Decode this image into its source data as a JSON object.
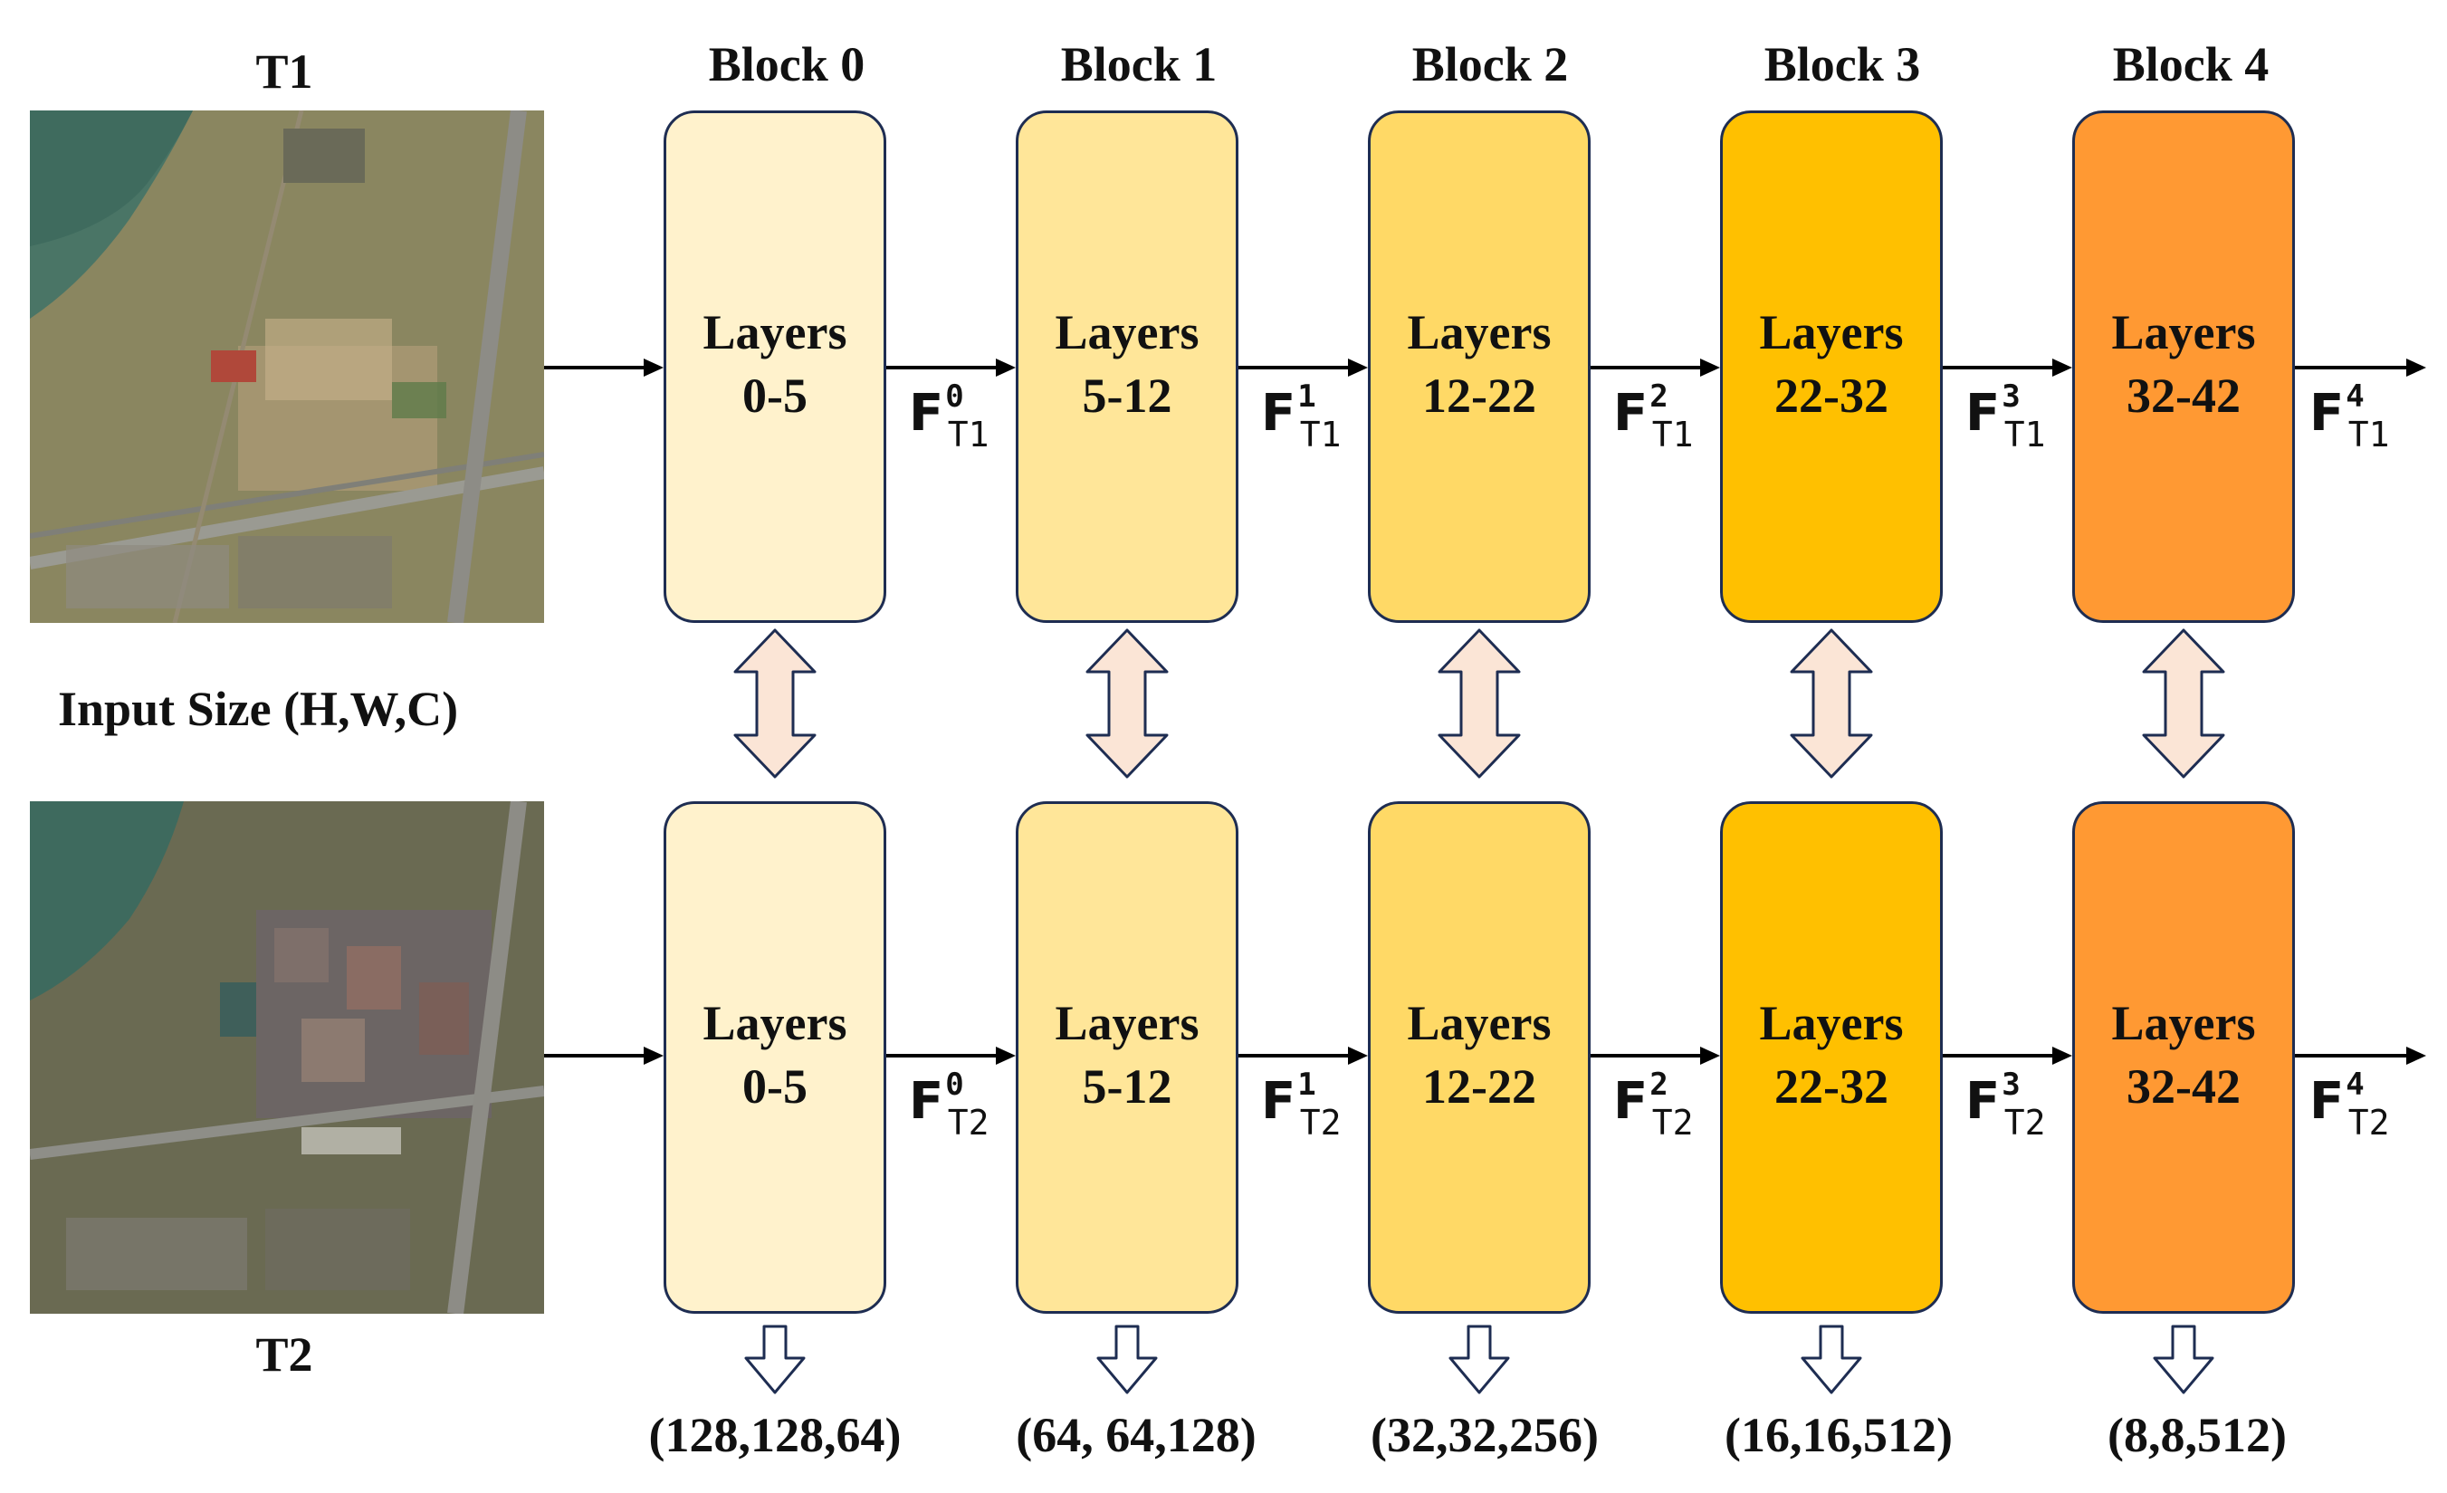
{
  "images": {
    "t1_label": "T1",
    "t2_label": "T2",
    "input_size_label": "Input Size (H,W,C)"
  },
  "blocks": [
    {
      "title": "Block 0",
      "layers_word": "Layers",
      "range": "0-5",
      "output_size": "(128,128,64)",
      "fill": "#fff2cc"
    },
    {
      "title": "Block 1",
      "layers_word": "Layers",
      "range": "5-12",
      "output_size": "(64, 64,128)",
      "fill": "#ffe699"
    },
    {
      "title": "Block 2",
      "layers_word": "Layers",
      "range": "12-22",
      "output_size": "(32,32,256)",
      "fill": "#ffd966"
    },
    {
      "title": "Block 3",
      "layers_word": "Layers",
      "range": "22-32",
      "output_size": "(16,16,512)",
      "fill": "#ffc000"
    },
    {
      "title": "Block 4",
      "layers_word": "Layers",
      "range": "32-42",
      "output_size": "(8,8,512)",
      "fill": "#ff9933"
    }
  ],
  "features": {
    "symbol": "F",
    "t1_subscript": "T1",
    "t2_subscript": "T2",
    "superscripts": [
      "0",
      "1",
      "2",
      "3",
      "4"
    ]
  },
  "colors": {
    "block_border": "#1e2d52",
    "double_arrow_fill": "#fbe5d6",
    "double_arrow_stroke": "#1e2d52",
    "output_arrow_fill": "#ffffff",
    "output_arrow_stroke": "#1e2d52",
    "flow_arrow": "#000000"
  }
}
